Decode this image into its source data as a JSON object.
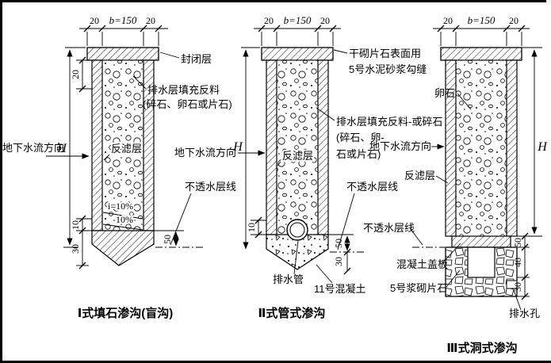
{
  "d1": {
    "caption": "Ⅰ式填石渗沟(盲沟)",
    "dim_left": "20",
    "dim_b": "b=150",
    "dim_right": "20",
    "dim_H": "H",
    "dim_cap": "20",
    "dim_10": "10",
    "dim_30": "30",
    "dim_50": "50",
    "slope_i": "i=10%",
    "slope_2": "10%",
    "seal": "封闭层",
    "fill_1": "排水层填充反料",
    "fill_2": "(碎石、卵石或片石)",
    "flow": "地下水流方向",
    "filter": "反滤层",
    "imperv": "不透水层线"
  },
  "d2": {
    "caption": "Ⅱ式管式渗沟",
    "dim_left": "20",
    "dim_b": "b=150",
    "dim_right": "20",
    "dim_H": "H",
    "dim_10": "10",
    "dim_50": "50",
    "dim_30": "30",
    "cap_note_1": "干砌片石表面用",
    "cap_note_2": "5号水泥砂浆勾缝",
    "fill_1": "排水层填充反料-或碎石",
    "fill_2": "(碎石、卵-",
    "fill_3": "石或片石)",
    "flow": "地下水流方向",
    "filter": "反滤层",
    "imperv": "不透水层线",
    "pipe": "排水管",
    "concrete": "11号混凝土"
  },
  "d3": {
    "caption": "Ⅲ式洞式渗沟",
    "dim_left": "20",
    "dim_b": "b=150",
    "dim_right": "20",
    "dim_H": "H",
    "dim_50": "50",
    "dim_40": "40",
    "dim_30": "30",
    "cobble": "卵石",
    "flow": "地下水流方向",
    "filter": "反滤层",
    "imperv": "不透水层线",
    "cover": "混凝土盖板",
    "masonry": "5号浆砌片石",
    "weep": "排水孔"
  }
}
